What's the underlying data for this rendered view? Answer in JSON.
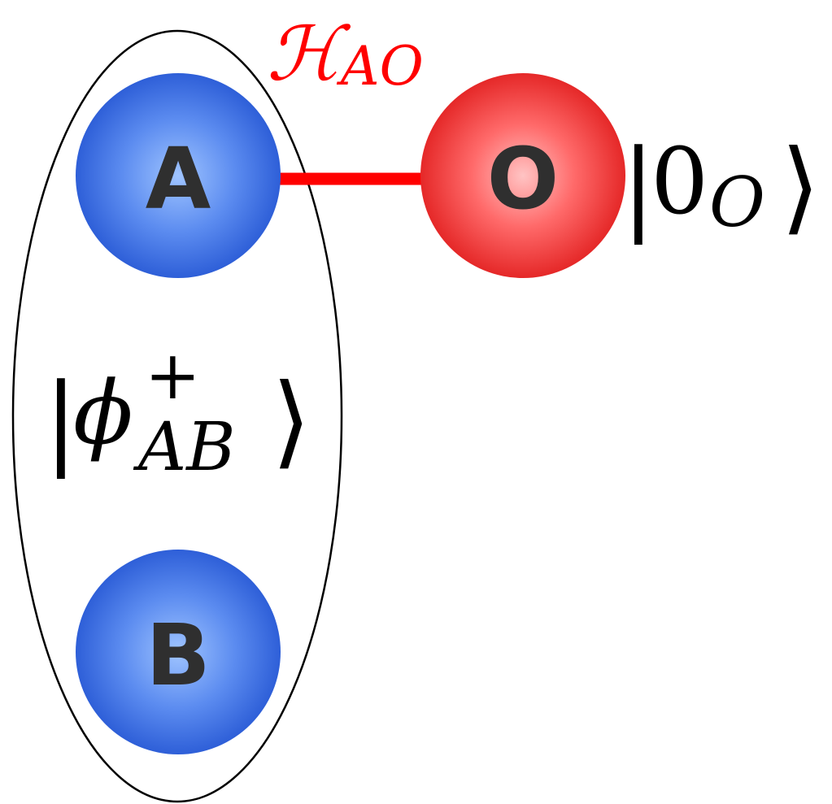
{
  "nodes": {
    "a": {
      "label": "A",
      "color": "#3b6de0"
    },
    "b": {
      "label": "B",
      "color": "#3b6de0"
    },
    "o": {
      "label": "O",
      "color": "#f03a3a"
    }
  },
  "coupling": {
    "color": "#ff0000",
    "label": {
      "symbol": "ℋ",
      "subscript": "AO"
    }
  },
  "entangled_state": {
    "open": "|",
    "symbol": "ϕ",
    "superscript": "+",
    "subscript": "AB",
    "close": "⟩"
  },
  "observer_state": {
    "open": "|",
    "value": "0",
    "subscript": "O",
    "close": "⟩"
  }
}
